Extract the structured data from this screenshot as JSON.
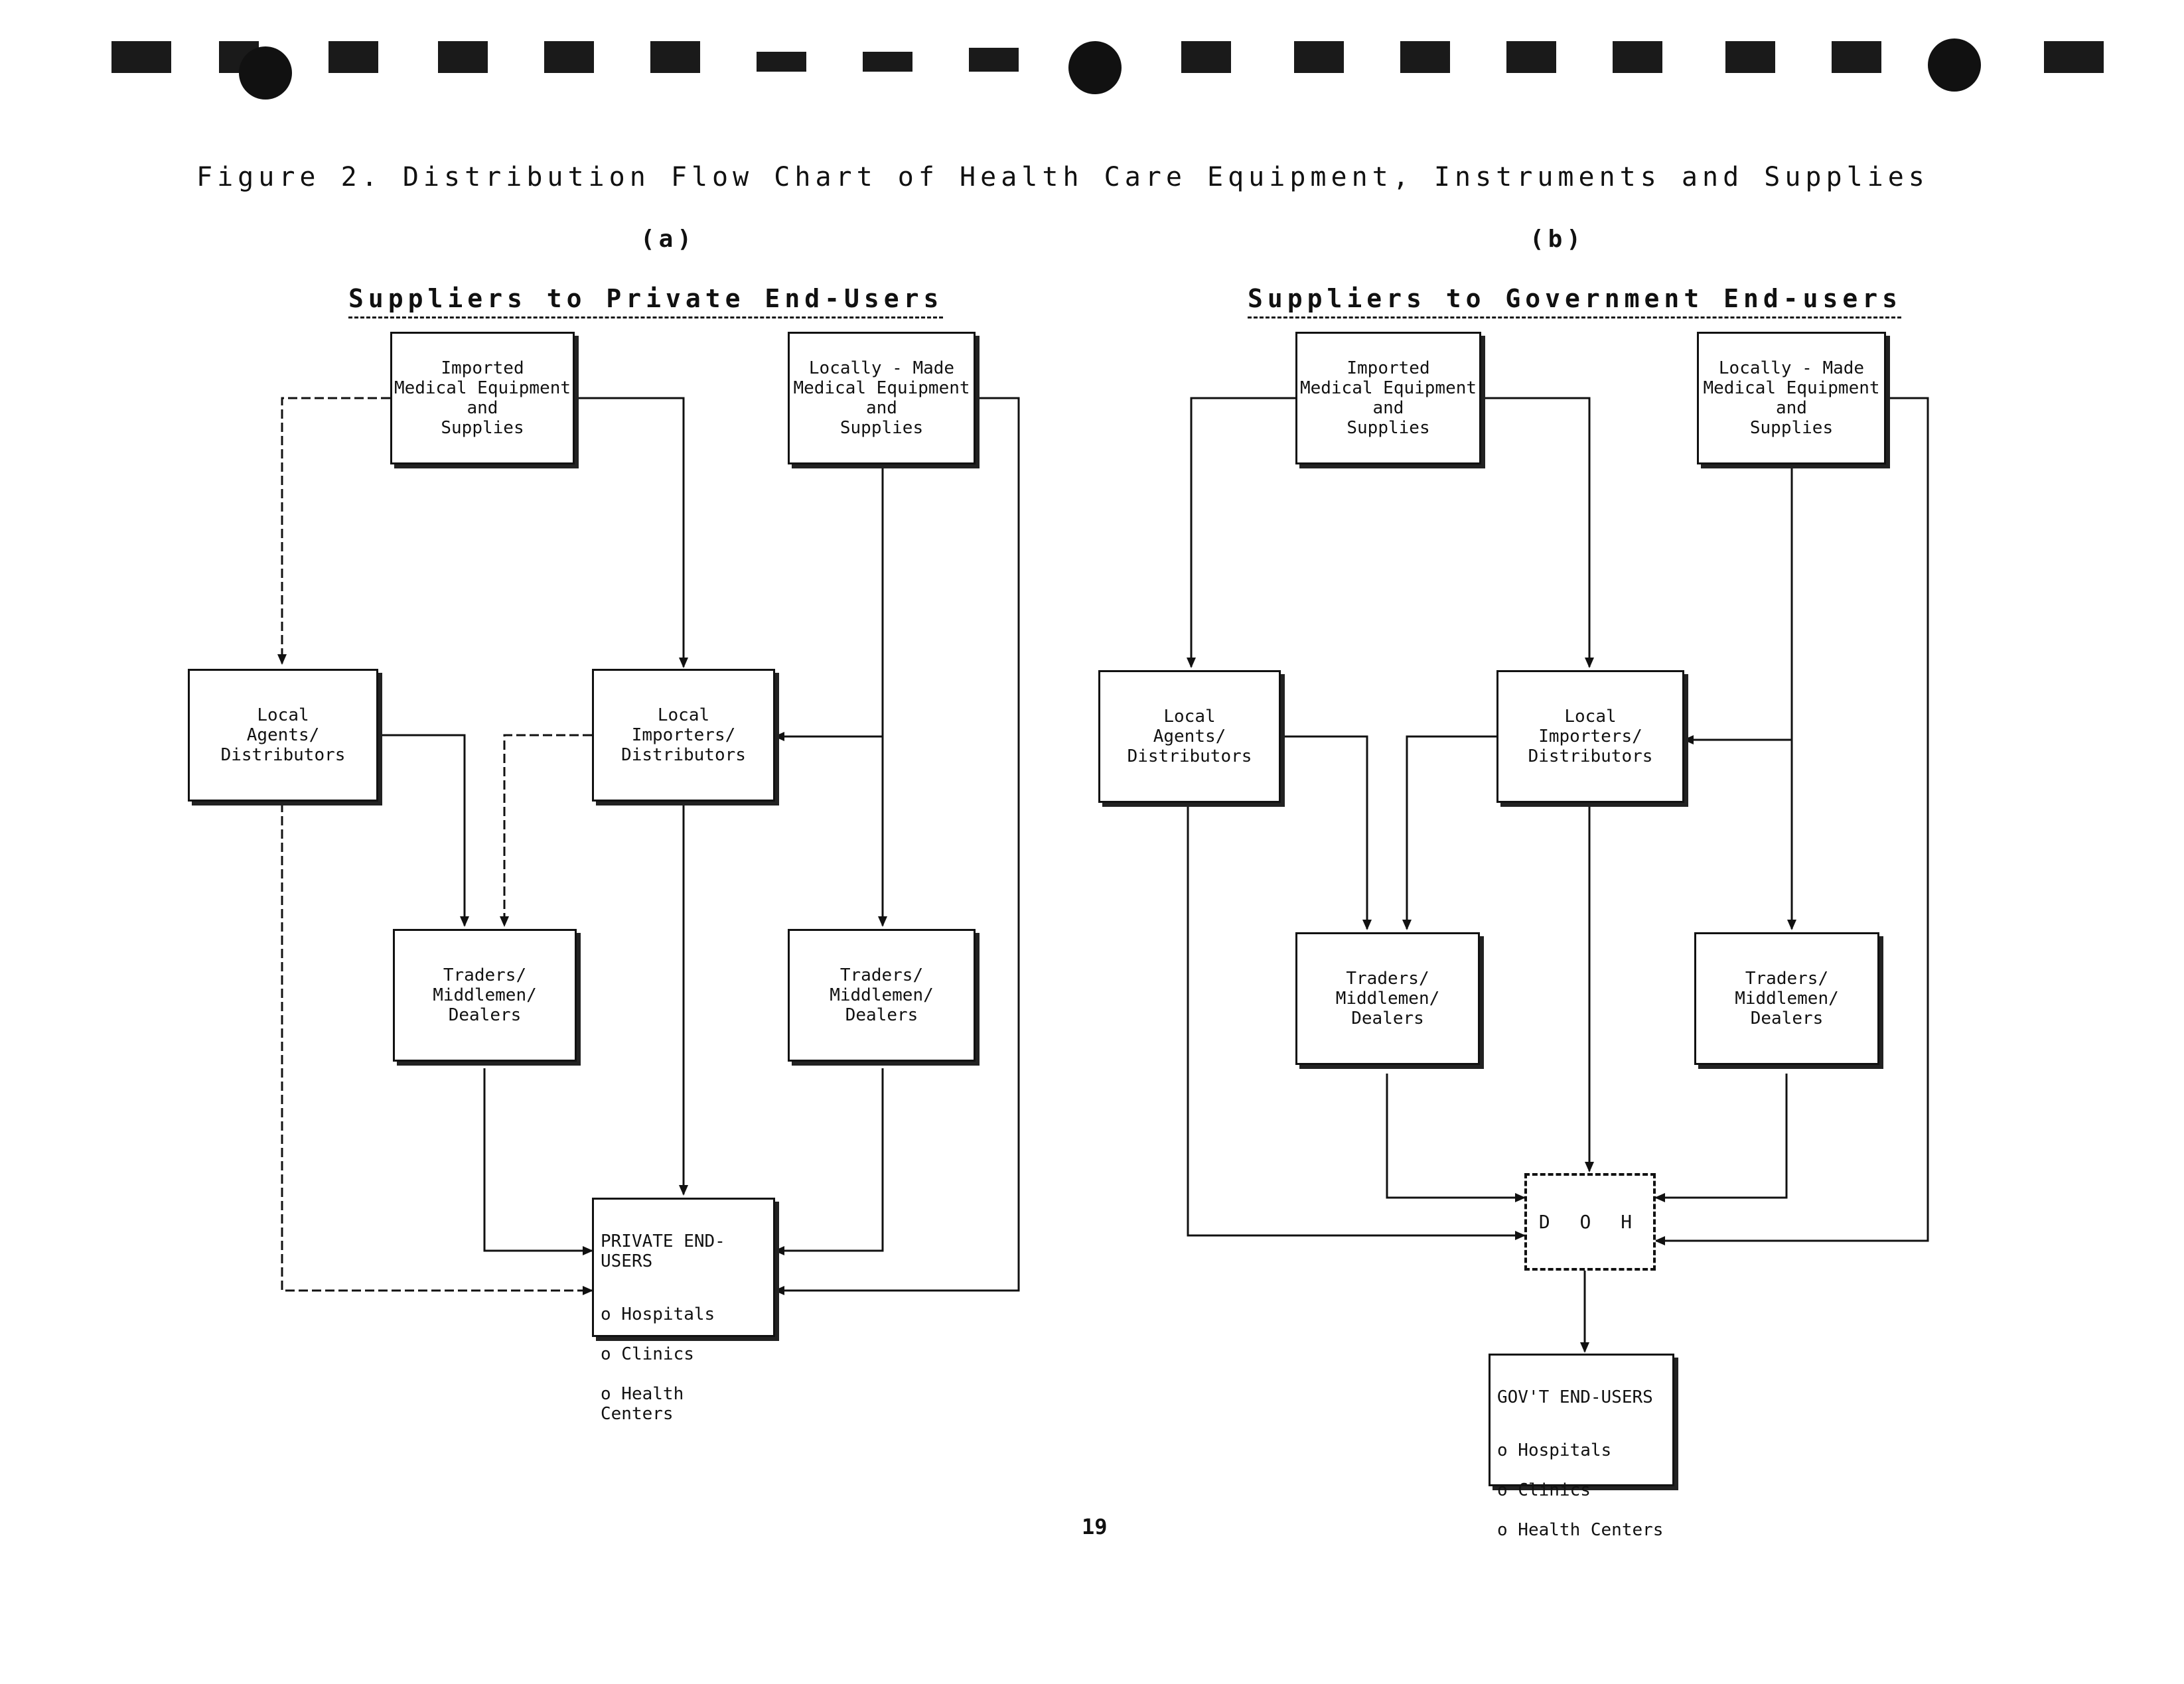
{
  "figure_title": "Figure 2. Distribution Flow Chart of Health Care Equipment, Instruments and Supplies",
  "panels": {
    "a": {
      "label": "(a)",
      "heading": "Suppliers to Private End-Users",
      "imported": "Imported\nMedical Equipment\nand\nSupplies",
      "local_made": "Locally - Made\nMedical Equipment\nand\nSupplies",
      "agents": "Local\nAgents/\nDistributors",
      "importers": "Local\nImporters/\nDistributors",
      "traders1": "Traders/\nMiddlemen/\nDealers",
      "traders2": "Traders/\nMiddlemen/\nDealers",
      "endusers_title": "PRIVATE END-USERS",
      "endusers_items": [
        "o  Hospitals",
        "o  Clinics",
        "o  Health Centers"
      ]
    },
    "b": {
      "label": "(b)",
      "heading": "Suppliers to Government End-users",
      "imported": "Imported\nMedical Equipment\nand\nSupplies",
      "local_made": "Locally - Made\nMedical Equipment\nand\nSupplies",
      "agents": "Local\nAgents/\nDistributors",
      "importers": "Local\nImporters/\nDistributors",
      "traders1": "Traders/\nMiddlemen/\nDealers",
      "traders2": "Traders/\nMiddlemen/\nDealers",
      "doh": "D O H",
      "endusers_title": "GOV'T END-USERS",
      "endusers_items": [
        "o  Hospitals",
        "o  Clinics",
        "o  Health Centers"
      ]
    }
  },
  "page_number": "19"
}
